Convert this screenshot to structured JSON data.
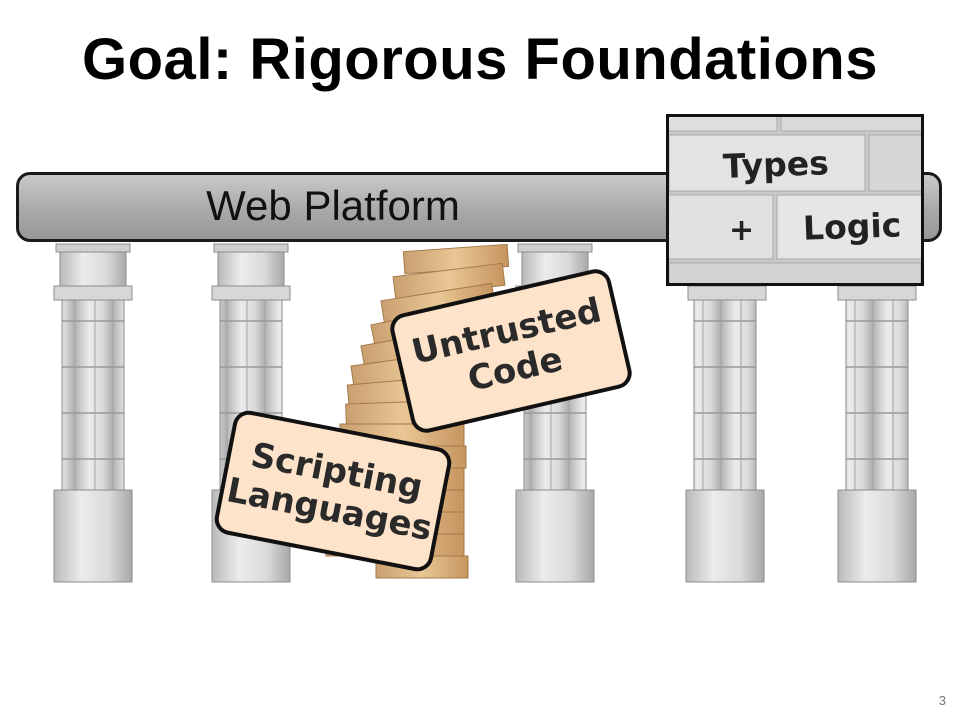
{
  "slide": {
    "title": "Goal: Rigorous Foundations",
    "page_number": "3"
  },
  "diagram": {
    "beam_label": "Web Platform",
    "untrusted_badge": {
      "line1": "Untrusted",
      "line2": "Code"
    },
    "scripting_badge": {
      "line1": "Scripting",
      "line2": "Languages"
    },
    "foundation_panel": {
      "word1": "Types",
      "plus": "+",
      "word2": "Logic"
    }
  },
  "colors": {
    "beam": "#b3b3b3",
    "badge_fill": "#fde3c9",
    "stone": "#dcdcdc",
    "wood": "#dcb27c"
  }
}
